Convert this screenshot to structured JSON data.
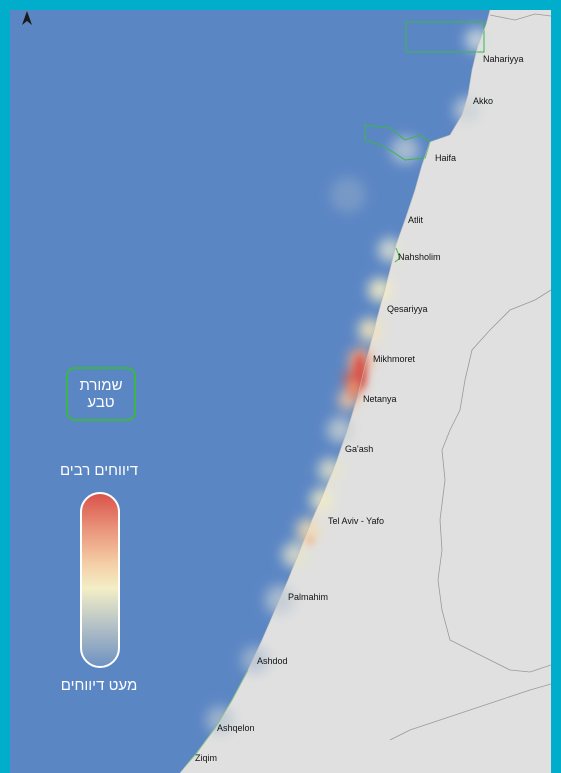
{
  "map": {
    "sea_color": "#5b86c4",
    "land_color": "#e0e0e0",
    "frame_color": "#00aecb",
    "reserve_outline_color": "#3bb54a",
    "north_arrow_icon": "north-arrow-icon"
  },
  "cities": [
    {
      "id": "nahariyya",
      "name": "Nahariyya"
    },
    {
      "id": "akko",
      "name": "Akko"
    },
    {
      "id": "haifa",
      "name": "Haifa"
    },
    {
      "id": "atlit",
      "name": "Atlit"
    },
    {
      "id": "nahsholim",
      "name": "Nahsholim"
    },
    {
      "id": "qesariyya",
      "name": "Qesariyya"
    },
    {
      "id": "mikhmoret",
      "name": "Mikhmoret"
    },
    {
      "id": "netanya",
      "name": "Netanya"
    },
    {
      "id": "gaash",
      "name": "Ga'ash"
    },
    {
      "id": "telaviv",
      "name": "Tel Aviv - Yafo"
    },
    {
      "id": "palmahim",
      "name": "Palmahim"
    },
    {
      "id": "ashdod",
      "name": "Ashdod"
    },
    {
      "id": "ashqelon",
      "name": "Ashqelon"
    },
    {
      "id": "ziqim",
      "name": "Ziqim"
    }
  ],
  "legend": {
    "reserve_line1": "שמורת",
    "reserve_line2": "טבע",
    "high_label": "דיווחים רבים",
    "low_label": "מעט דיווחים",
    "gradient_colors": [
      "#d9534a",
      "#f4cda5",
      "#f3eec6",
      "#6f93c2"
    ]
  }
}
